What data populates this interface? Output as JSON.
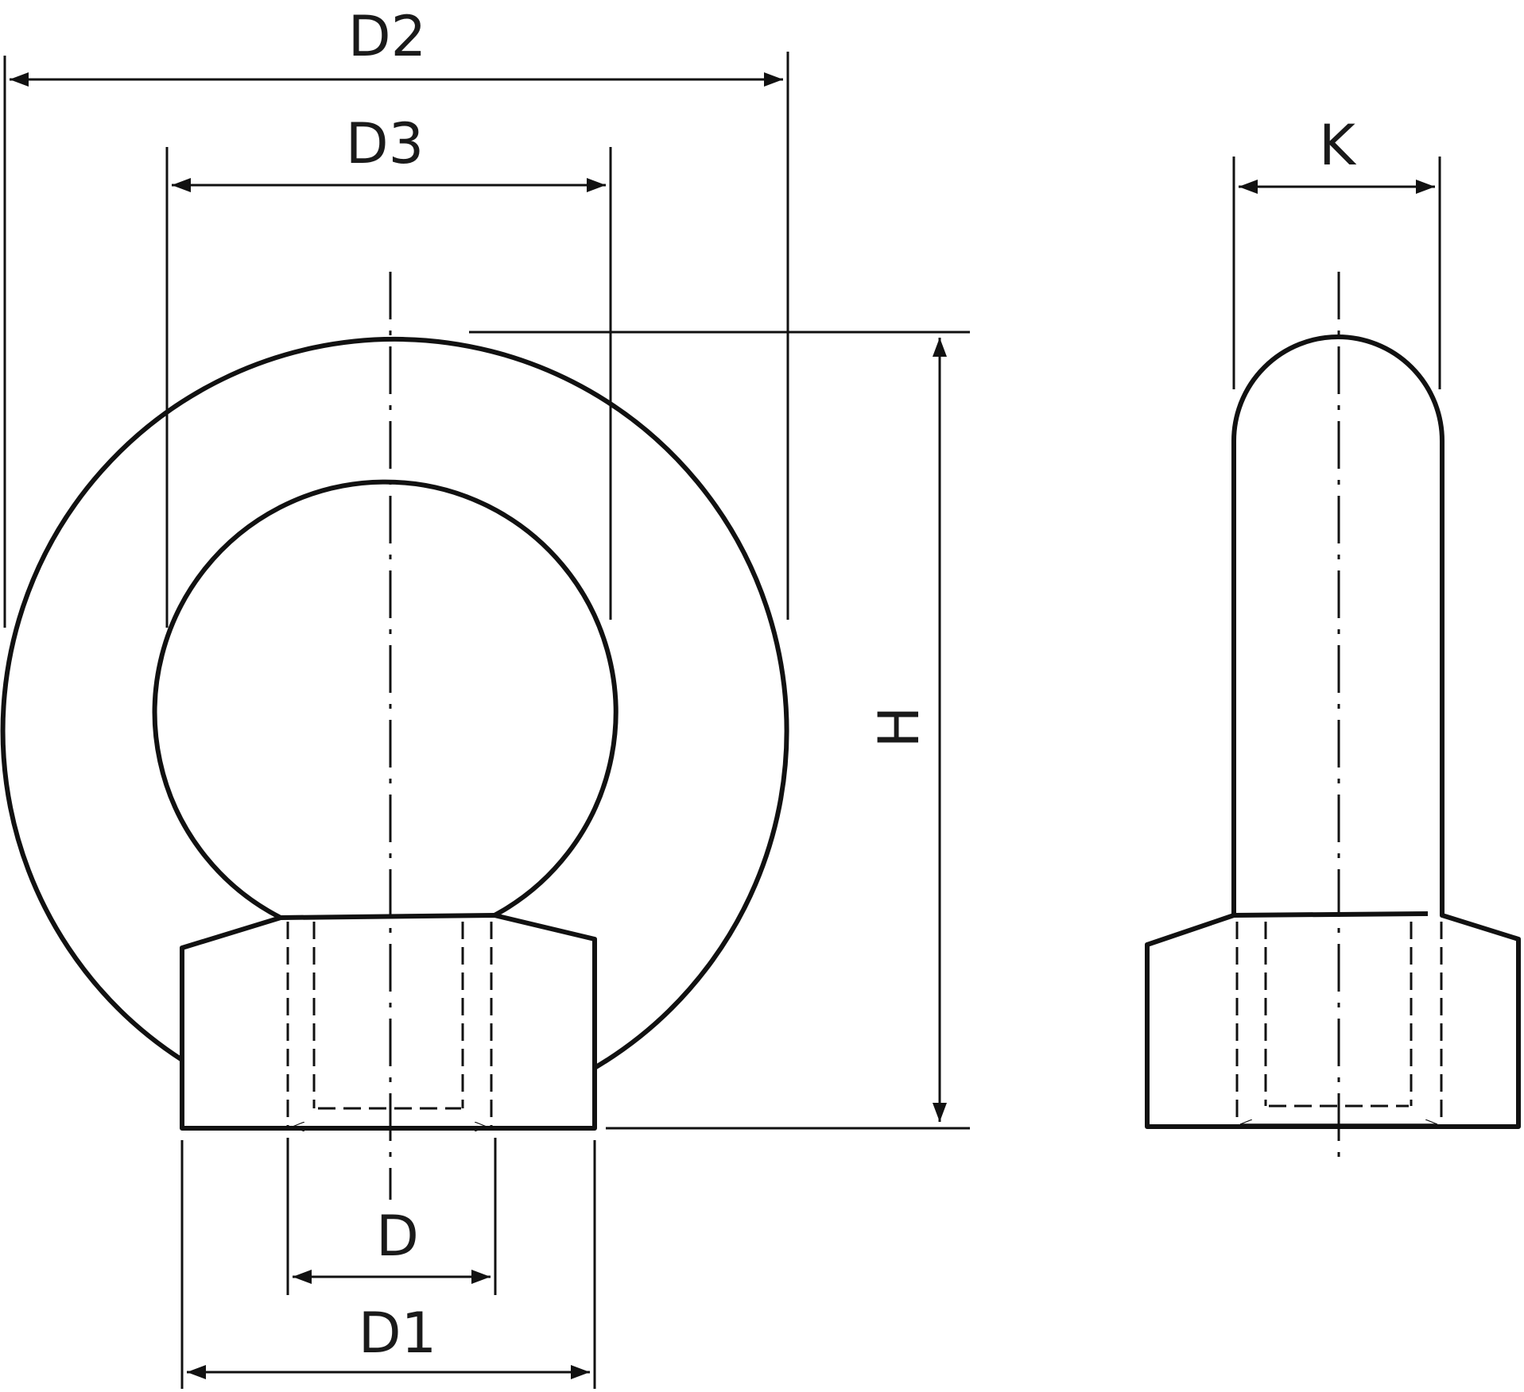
{
  "labels": {
    "d2": "D2",
    "d3": "D3",
    "k": "K",
    "h": "H",
    "d": "D",
    "d1": "D1"
  },
  "colors": {
    "line": "#111111",
    "background": "#ffffff"
  },
  "views": [
    "front-view",
    "side-view"
  ]
}
